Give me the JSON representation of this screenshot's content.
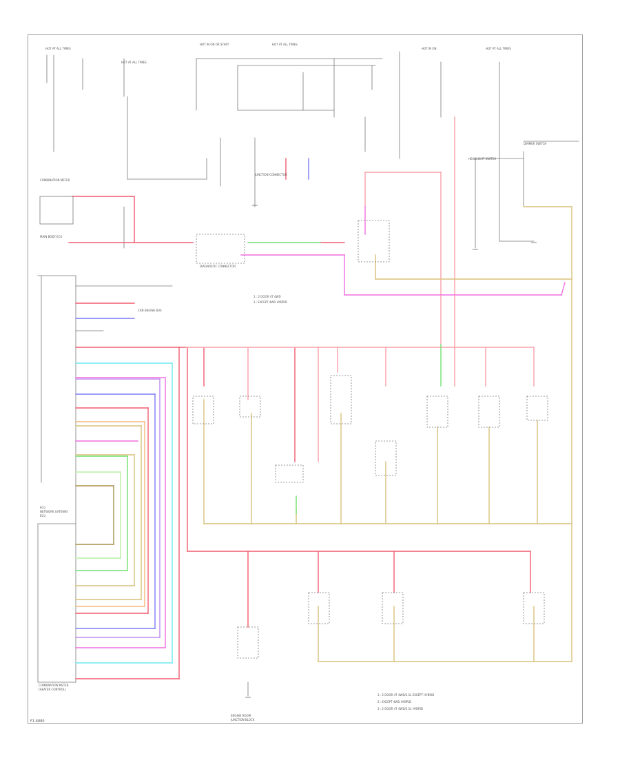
{
  "diagram": {
    "type": "wiring-schematic",
    "page_code": "F1-6880",
    "colors": {
      "red": "#f25c6e",
      "pink_red": "#f7a0a8",
      "tan": "#d9c07a",
      "magenta": "#f06ee0",
      "green": "#6ee06e",
      "light_green": "#b6f0a0",
      "cyan": "#6ee8ee",
      "blue": "#7a7af5",
      "violet": "#c08af0",
      "orange": "#f5b77a",
      "brown": "#a89048",
      "black": "#444444"
    },
    "notes": [
      "1 : 2 DOOR 4T 4WD/2.5L EXCEPT HYBRID",
      "2 : EXCEPT 4WD HYBRID",
      "3 : 2 DOOR 4T 4WD/2.5L HYBRID"
    ]
  }
}
